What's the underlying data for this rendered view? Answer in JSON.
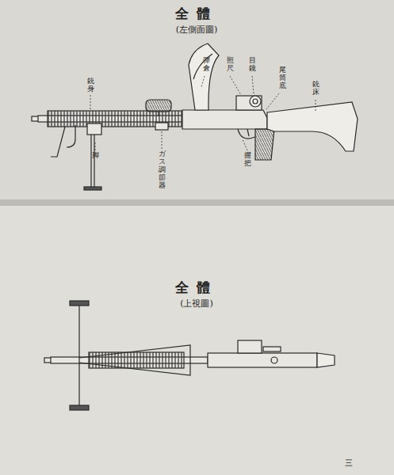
{
  "diagram": {
    "labels": [
      "全體",
      "(左側面圖)",
      "銃身",
      "彈倉",
      "照尺",
      "目鏡",
      "尾筒底",
      "銃床",
      "脚",
      "ガス調節器",
      "握把",
      "全體",
      "(上視圖)",
      "三"
    ]
  }
}
